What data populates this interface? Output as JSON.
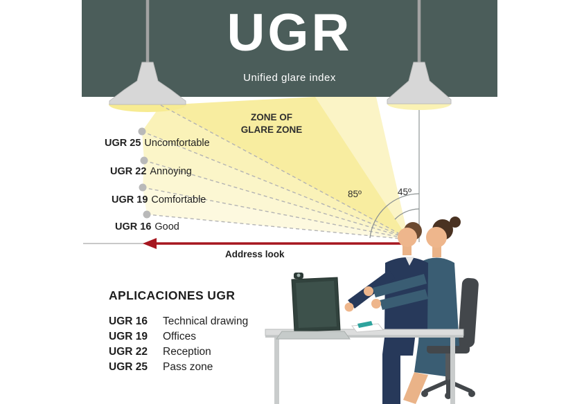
{
  "header": {
    "title": "UGR",
    "subtitle": "Unified glare index"
  },
  "diagram": {
    "zone_label_line1": "ZONE OF",
    "zone_label_line2": "GLARE ZONE",
    "glare_levels": [
      {
        "ugr": "UGR 25",
        "desc": "Uncomfortable"
      },
      {
        "ugr": "UGR 22",
        "desc": "Annoying"
      },
      {
        "ugr": "UGR 19",
        "desc": "Comfortable"
      },
      {
        "ugr": "UGR 16",
        "desc": "Good"
      }
    ],
    "angles": {
      "wide": "85º",
      "narrow": "45º"
    },
    "arrow_label": "Address look"
  },
  "applications": {
    "title": "APLICACIONES UGR",
    "items": [
      {
        "ugr": "UGR 16",
        "desc": "Technical drawing"
      },
      {
        "ugr": "UGR 19",
        "desc": "Offices"
      },
      {
        "ugr": "UGR 22",
        "desc": "Reception"
      },
      {
        "ugr": "UGR 25",
        "desc": "Pass zone"
      }
    ]
  },
  "colors": {
    "header_bg": "#4b5d5a",
    "glare_yellow_bright": "#f8eda0",
    "glare_yellow_pale": "#fdf9df",
    "arrow_red": "#a6161f",
    "lamp_gray": "#d7d7d7",
    "suit_navy": "#27395a",
    "dress_teal": "#3a5d73",
    "skin": "#eeb68c"
  }
}
